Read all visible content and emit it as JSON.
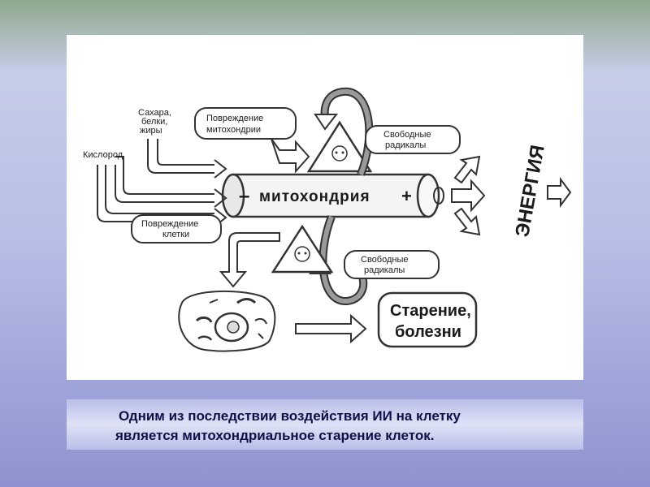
{
  "diagram": {
    "inputs": {
      "nutrients": [
        "Сахара,",
        "белки,",
        "жиры"
      ],
      "oxygen": "Кислород"
    },
    "mitochondrial_damage": [
      "Повреждение",
      "митохондрии"
    ],
    "cell_damage": [
      "Повреждение",
      "клетки"
    ],
    "free_radicals_top": [
      "Свободные",
      "радикалы"
    ],
    "free_radicals_bottom": [
      "Свободные",
      "радикалы"
    ],
    "mitochondrion": {
      "minus": "–",
      "label": "митохондрия",
      "plus": "+"
    },
    "energy": "ЭНЕРГИЯ",
    "outcome": [
      "Старение,",
      "болезни"
    ]
  },
  "caption": {
    "line1": "Одним из последствии воздействия ИИ на клетку",
    "line2": "является митохондриальное старение клеток."
  }
}
